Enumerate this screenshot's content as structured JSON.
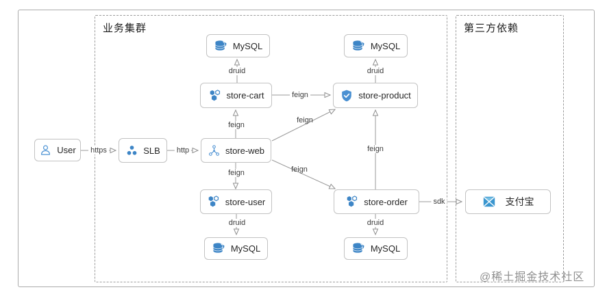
{
  "groups": {
    "business_cluster": {
      "label": "业务集群"
    },
    "third_party": {
      "label": "第三方依赖"
    }
  },
  "nodes": {
    "user": {
      "label": "User",
      "icon": "user-icon"
    },
    "slb": {
      "label": "SLB",
      "icon": "cluster-icon"
    },
    "store_web": {
      "label": "store-web",
      "icon": "molecule-icon"
    },
    "store_cart": {
      "label": "store-cart",
      "icon": "hexagon-cluster-icon"
    },
    "store_product": {
      "label": "store-product",
      "icon": "shield-check-icon"
    },
    "store_user": {
      "label": "store-user",
      "icon": "hexagon-cluster-icon"
    },
    "store_order": {
      "label": "store-order",
      "icon": "hexagon-cluster-icon"
    },
    "mysql_cart": {
      "label": "MySQL",
      "icon": "database-icon"
    },
    "mysql_product": {
      "label": "MySQL",
      "icon": "database-icon"
    },
    "mysql_user": {
      "label": "MySQL",
      "icon": "database-icon"
    },
    "mysql_order": {
      "label": "MySQL",
      "icon": "database-icon"
    },
    "alipay": {
      "label": "支付宝",
      "icon": "envelope-icon"
    }
  },
  "edges": {
    "user_slb": {
      "from": "user",
      "to": "slb",
      "label": "https"
    },
    "slb_web": {
      "from": "slb",
      "to": "store_web",
      "label": "http"
    },
    "web_cart": {
      "from": "store_web",
      "to": "store_cart",
      "label": "feign"
    },
    "cart_mysql": {
      "from": "store_cart",
      "to": "mysql_cart",
      "label": "druid"
    },
    "cart_product": {
      "from": "store_cart",
      "to": "store_product",
      "label": "feign"
    },
    "web_product": {
      "from": "store_web",
      "to": "store_product",
      "label": "feign"
    },
    "web_user": {
      "from": "store_web",
      "to": "store_user",
      "label": "feign"
    },
    "web_order": {
      "from": "store_web",
      "to": "store_order",
      "label": "feign"
    },
    "order_product": {
      "from": "store_order",
      "to": "store_product",
      "label": "feign"
    },
    "product_mysql": {
      "from": "store_product",
      "to": "mysql_product",
      "label": "druid"
    },
    "user_mysql": {
      "from": "store_user",
      "to": "mysql_user",
      "label": "druid"
    },
    "order_mysql": {
      "from": "store_order",
      "to": "mysql_order",
      "label": "druid"
    },
    "order_alipay": {
      "from": "store_order",
      "to": "alipay",
      "label": "sdk"
    }
  },
  "watermark": "@稀土掘金技术社区",
  "colors": {
    "icon_blue": "#3d85c6",
    "icon_blue_light": "#74bfe4",
    "line_gray": "#8f8f8f",
    "box_border": "#c2c2c2",
    "dashed_border": "#9b9b9b"
  }
}
